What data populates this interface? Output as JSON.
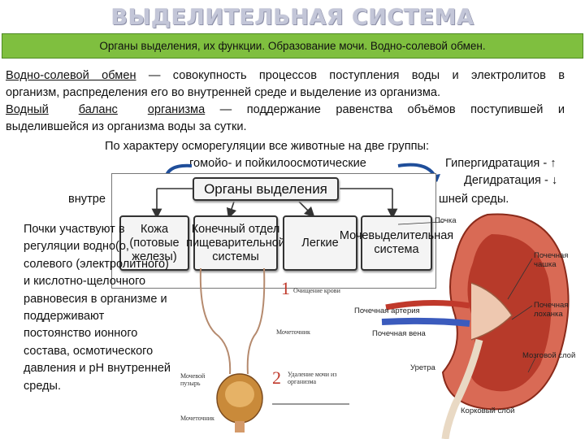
{
  "title": "ВЫДЕЛИТЕЛЬНАЯ СИСТЕМА",
  "subtitle": "Органы выделения, их функции. Образование мочи. Водно-солевой обмен.",
  "definitions": {
    "exchange_term": "Водно-солевой обмен",
    "exchange_rest_1": " — совокупность процессов поступления воды и электролитов в",
    "exchange_line2": "организм, распределения его во внутренней среде и выделение из организма.",
    "balance_term_1": "Водный",
    "balance_term_2": "баланс",
    "balance_term_3": "организма",
    "balance_rest_1": " — поддержание равенства объёмов поступившей и",
    "balance_line2": "выделившейся из организма воды за сутки."
  },
  "osmo": {
    "line1": "По характеру осморегуляции все животные на две группы:",
    "line2": "гомойо- и пойкилоосмотические",
    "hyper": "Гипергидратация - ↑",
    "dehyd": "Дегидратация - ↓",
    "inner_fragment": "внутре",
    "outer_fragment": "шней среды."
  },
  "scheme": {
    "head": "Органы выделения",
    "organs": [
      "Кожа (потовые железы)",
      "Конечный отдел пищеварительной системы",
      "Легкие",
      "Мочевыделительная система"
    ]
  },
  "kidney_text": "Почки участвуют в регуляции водно(о, солевого (электролитного) и кислотно-щелочного равновесия в организме и поддерживают постоянство ионного состава, осмотического давления и pH внутренней среды.",
  "uro_labels": {
    "num1": "1",
    "num2": "2",
    "label1": "Очищение крови",
    "label_ureter": "Мочеточник",
    "label2": "Удаление мочи из организма",
    "label_bladder": "Мочевой пузырь",
    "label_urethra": "Мочеточник"
  },
  "kidney_labels": {
    "top": "Почка",
    "calyx": "Почечная чашка",
    "pelvis": "Почечная лоханка",
    "artery": "Почечная артерия",
    "vein": "Почечная вена",
    "medulla": "Мозговой слой",
    "ureter": "Уретра",
    "cortex": "Корковый слой"
  },
  "colors": {
    "title_fill": "#c3c6d8",
    "bar": "#7fbf3f",
    "arrow_blue": "#1f4e9a",
    "kidney_red": "#c0392b",
    "vein_blue": "#3b5bbd"
  }
}
